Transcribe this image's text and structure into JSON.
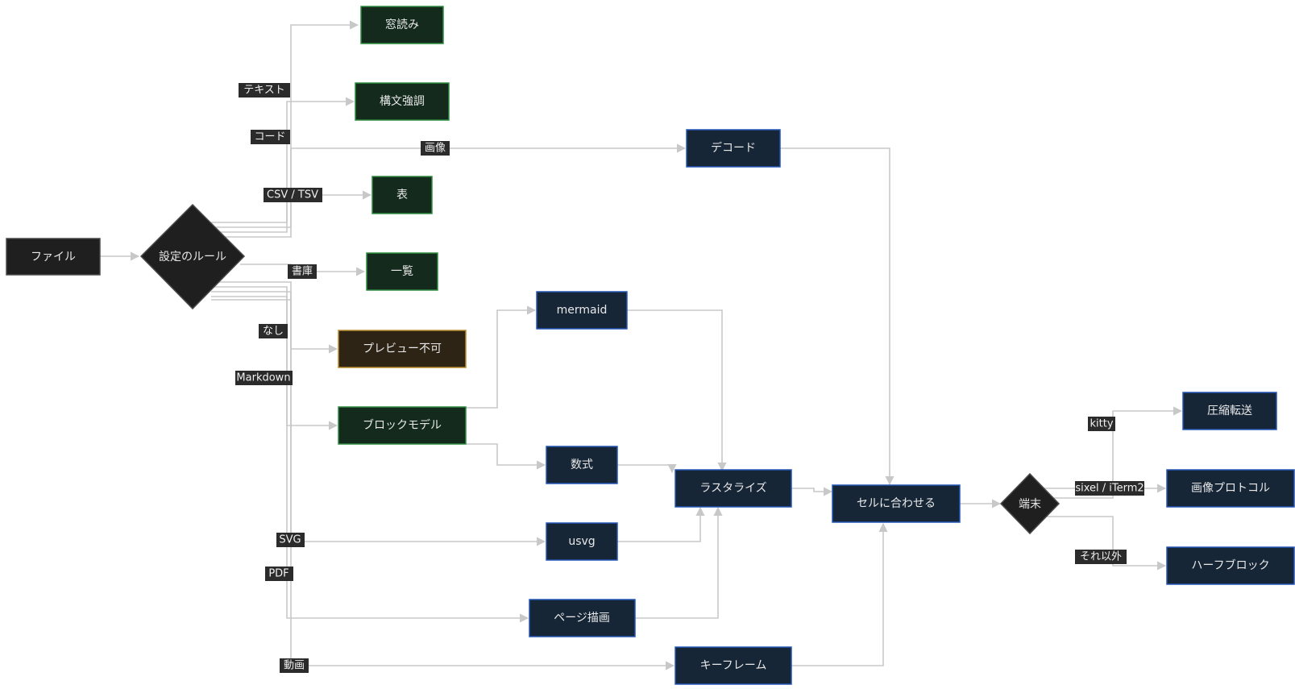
{
  "colors": {
    "background": "#ffffff",
    "edge": "#c8c8c8",
    "label_bg": "#2b2b2b",
    "neutral_fill": "#1f1f1f",
    "neutral_border": "#4a4a4a",
    "green_fill": "#132a1d",
    "green_border": "#2e8b3e",
    "blue_fill": "#162637",
    "blue_border": "#2456b8",
    "orange_fill": "#2e2416",
    "orange_border": "#b88a2a"
  },
  "nodes": {
    "file": "ファイル",
    "rule": "設定のルール",
    "window_read": "窓読み",
    "syntax": "構文強調",
    "table": "表",
    "list": "一覧",
    "no_preview": "プレビュー不可",
    "block_model": "ブロックモデル",
    "decode": "デコード",
    "mermaid": "mermaid",
    "math": "数式",
    "usvg": "usvg",
    "page_render": "ページ描画",
    "keyframe": "キーフレーム",
    "rasterize": "ラスタライズ",
    "fit_cell": "セルに合わせる",
    "terminal": "端末",
    "compress": "圧縮転送",
    "image_protocol": "画像プロトコル",
    "half_block": "ハーフブロック"
  },
  "edge_labels": {
    "text": "テキスト",
    "code": "コード",
    "image": "画像",
    "csv": "CSV / TSV",
    "archive": "書庫",
    "none": "なし",
    "markdown": "Markdown",
    "svg": "SVG",
    "pdf": "PDF",
    "video": "動画",
    "kitty": "kitty",
    "sixel": "sixel / iTerm2",
    "other": "それ以外"
  }
}
